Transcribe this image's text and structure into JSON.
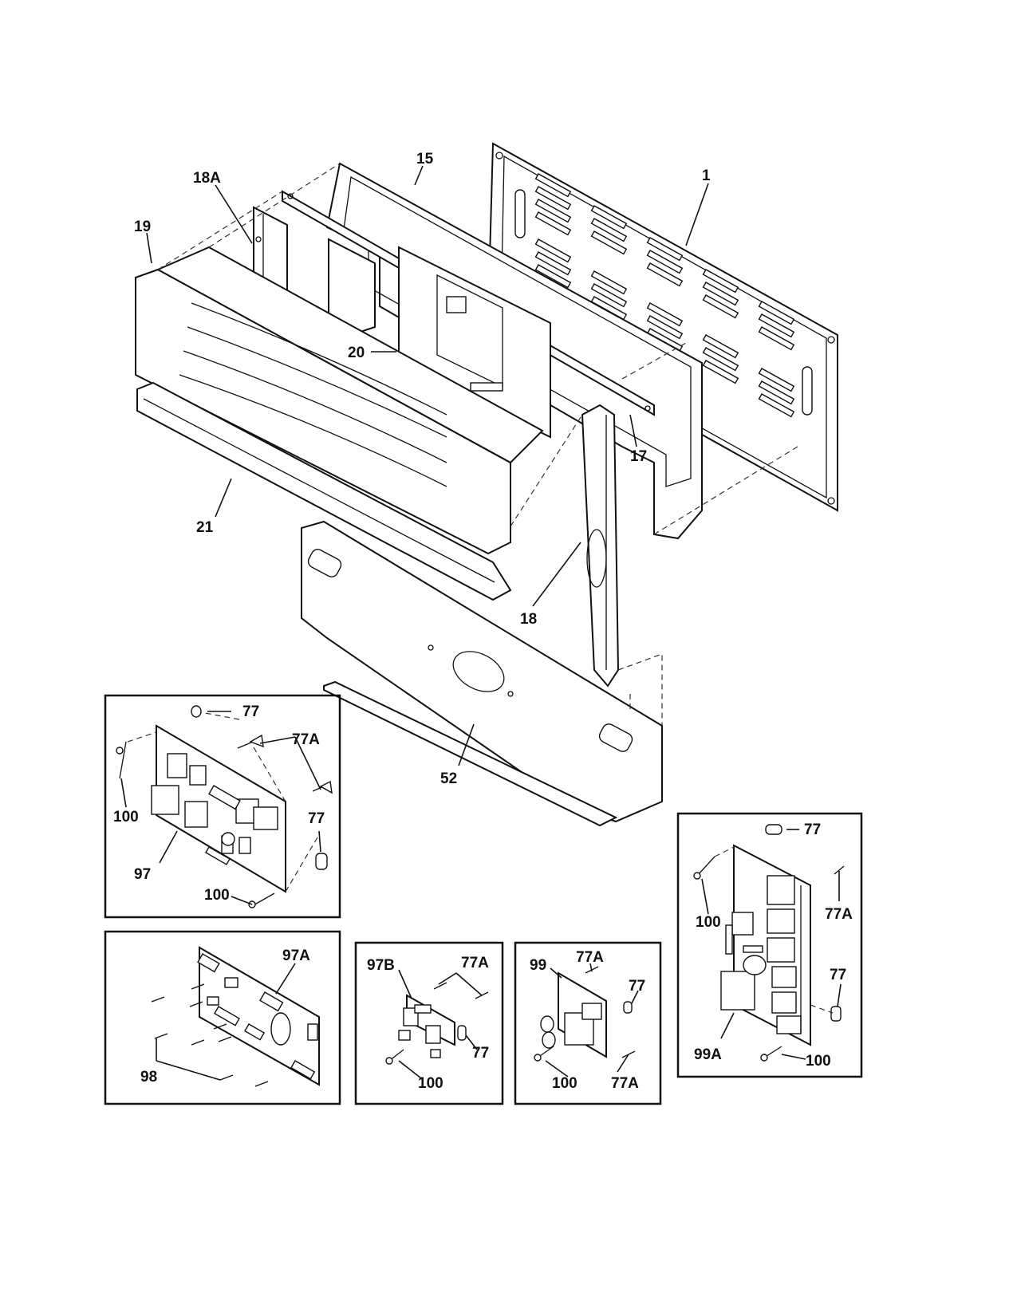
{
  "labels": {
    "l1": "1",
    "l15": "15",
    "l17": "17",
    "l18": "18",
    "l18A": "18A",
    "l19": "19",
    "l20": "20",
    "l21": "21",
    "l52": "52",
    "b1_77_top": "77",
    "b1_77A": "77A",
    "b1_100_left": "100",
    "b1_77_right": "77",
    "b1_97": "97",
    "b1_100_bottom": "100",
    "b2_97A": "97A",
    "b2_98": "98",
    "b3_97B": "97B",
    "b3_77A": "77A",
    "b3_77": "77",
    "b3_100": "100",
    "b4_99": "99",
    "b4_77A_top": "77A",
    "b4_77": "77",
    "b4_100": "100",
    "b4_77A_bottom": "77A",
    "b5_77_top": "77",
    "b5_100_left": "100",
    "b5_77A": "77A",
    "b5_77_right": "77",
    "b5_99A": "99A",
    "b5_100_bottom": "100"
  }
}
